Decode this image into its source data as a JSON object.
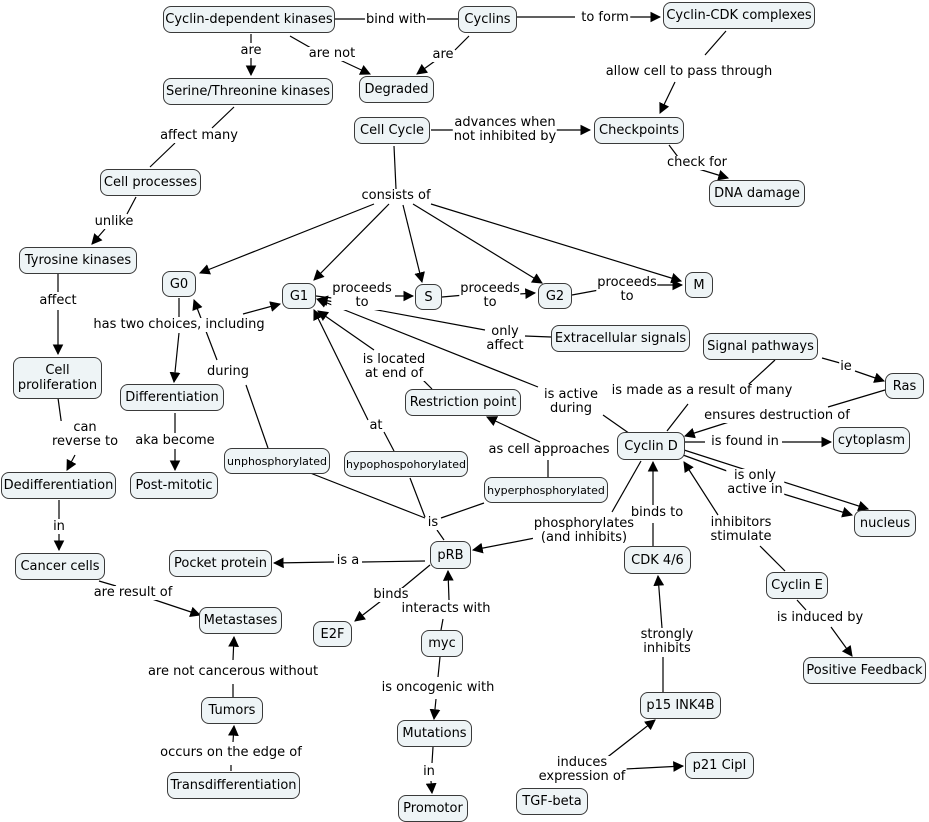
{
  "nodes": [
    {
      "id": "cdk",
      "text": "Cyclin-dependent kinases"
    },
    {
      "id": "cyclins",
      "text": "Cyclins"
    },
    {
      "id": "complexes",
      "text": "Cyclin-CDK complexes"
    },
    {
      "id": "serthr",
      "text": "Serine/Threonine kinases"
    },
    {
      "id": "degraded",
      "text": "Degraded"
    },
    {
      "id": "cellcycle",
      "text": "Cell Cycle"
    },
    {
      "id": "checkpoints",
      "text": "Checkpoints"
    },
    {
      "id": "cellproc",
      "text": "Cell processes"
    },
    {
      "id": "dnadamage",
      "text": "DNA damage"
    },
    {
      "id": "tyrosine",
      "text": "Tyrosine kinases"
    },
    {
      "id": "g0",
      "text": "G0"
    },
    {
      "id": "g1",
      "text": "G1"
    },
    {
      "id": "s",
      "text": "S"
    },
    {
      "id": "g2",
      "text": "G2"
    },
    {
      "id": "m",
      "text": "M"
    },
    {
      "id": "extracellular",
      "text": "Extracellular signals"
    },
    {
      "id": "signalpath",
      "text": "Signal pathways"
    },
    {
      "id": "ras",
      "text": "Ras"
    },
    {
      "id": "prolif",
      "text": "Cell\nproliferation"
    },
    {
      "id": "diff",
      "text": "Differentiation"
    },
    {
      "id": "restriction",
      "text": "Restriction point"
    },
    {
      "id": "cycd",
      "text": "Cyclin D"
    },
    {
      "id": "cytoplasm",
      "text": "cytoplasm"
    },
    {
      "id": "unphos",
      "text": "unphosphorylated"
    },
    {
      "id": "hypophos",
      "text": "hypophospohorylated"
    },
    {
      "id": "hyperphos",
      "text": "hyperphosphorylated"
    },
    {
      "id": "dediff",
      "text": "Dedifferentiation"
    },
    {
      "id": "postmitotic",
      "text": "Post-mitotic"
    },
    {
      "id": "nucleus",
      "text": "nucleus"
    },
    {
      "id": "pocket",
      "text": "Pocket protein"
    },
    {
      "id": "prb",
      "text": "pRB"
    },
    {
      "id": "cancer",
      "text": "Cancer cells"
    },
    {
      "id": "cdk46",
      "text": "CDK 4/6"
    },
    {
      "id": "cyce",
      "text": "Cyclin E"
    },
    {
      "id": "metastases",
      "text": "Metastases"
    },
    {
      "id": "e2f",
      "text": "E2F"
    },
    {
      "id": "myc",
      "text": "myc"
    },
    {
      "id": "posfb",
      "text": "Positive Feedback"
    },
    {
      "id": "tumors",
      "text": "Tumors"
    },
    {
      "id": "p15",
      "text": "p15 INK4B"
    },
    {
      "id": "mutations",
      "text": "Mutations"
    },
    {
      "id": "p21",
      "text": "p21 CipI"
    },
    {
      "id": "transdiff",
      "text": "Transdifferentiation"
    },
    {
      "id": "tgf",
      "text": "TGF-beta"
    },
    {
      "id": "promotor",
      "text": "Promotor"
    }
  ],
  "labels": [
    {
      "id": "l_bindwith",
      "text": "bind with"
    },
    {
      "id": "l_toform",
      "text": "to form"
    },
    {
      "id": "l_are1",
      "text": "are"
    },
    {
      "id": "l_arenot",
      "text": "are not"
    },
    {
      "id": "l_are2",
      "text": "are"
    },
    {
      "id": "l_allow",
      "text": "allow cell to pass through"
    },
    {
      "id": "l_advances",
      "text": "advances when\nnot inhibited by"
    },
    {
      "id": "l_affectmany",
      "text": "affect many"
    },
    {
      "id": "l_checkfor",
      "text": "check for"
    },
    {
      "id": "l_consists",
      "text": "consists of"
    },
    {
      "id": "l_unlike",
      "text": "unlike"
    },
    {
      "id": "l_proceeds1",
      "text": "proceeds\nto"
    },
    {
      "id": "l_proceeds2",
      "text": "proceeds\nto"
    },
    {
      "id": "l_proceeds3",
      "text": "proceeds\nto"
    },
    {
      "id": "l_affect",
      "text": "affect"
    },
    {
      "id": "l_twochoices",
      "text": "has two choices, including"
    },
    {
      "id": "l_onlyaffect",
      "text": "only\naffect"
    },
    {
      "id": "l_islocated",
      "text": "is located\nat end of"
    },
    {
      "id": "l_during1",
      "text": "during"
    },
    {
      "id": "l_result",
      "text": "is made as a result of many"
    },
    {
      "id": "l_ie",
      "text": "ie"
    },
    {
      "id": "l_activeduring",
      "text": "is active\nduring"
    },
    {
      "id": "l_ensures",
      "text": "ensures destruction of"
    },
    {
      "id": "l_canreverse",
      "text": "can\nreverse to"
    },
    {
      "id": "l_akabecome",
      "text": "aka become"
    },
    {
      "id": "l_at",
      "text": "at"
    },
    {
      "id": "l_foundin",
      "text": "is found in"
    },
    {
      "id": "l_ascell",
      "text": "as cell approaches"
    },
    {
      "id": "l_onlyactive",
      "text": "is only\nactive in"
    },
    {
      "id": "l_in1",
      "text": "in"
    },
    {
      "id": "l_is",
      "text": "is"
    },
    {
      "id": "l_bindsto",
      "text": "binds to"
    },
    {
      "id": "l_phos",
      "text": "phosphorylates\n(and inhibits)"
    },
    {
      "id": "l_inhibstim",
      "text": "inhibitors\nstimulate"
    },
    {
      "id": "l_isa",
      "text": "is a"
    },
    {
      "id": "l_resultof",
      "text": "are result of"
    },
    {
      "id": "l_binds",
      "text": "binds"
    },
    {
      "id": "l_interacts",
      "text": "interacts with"
    },
    {
      "id": "l_induced",
      "text": "is induced by"
    },
    {
      "id": "l_strongly",
      "text": "strongly\ninhibits"
    },
    {
      "id": "l_notcancer",
      "text": "are not cancerous without"
    },
    {
      "id": "l_oncogenic",
      "text": "is oncogenic with"
    },
    {
      "id": "l_in2",
      "text": "in"
    },
    {
      "id": "l_edge",
      "text": "occurs on the edge of"
    },
    {
      "id": "l_induces",
      "text": "induces\nexpression of"
    }
  ]
}
